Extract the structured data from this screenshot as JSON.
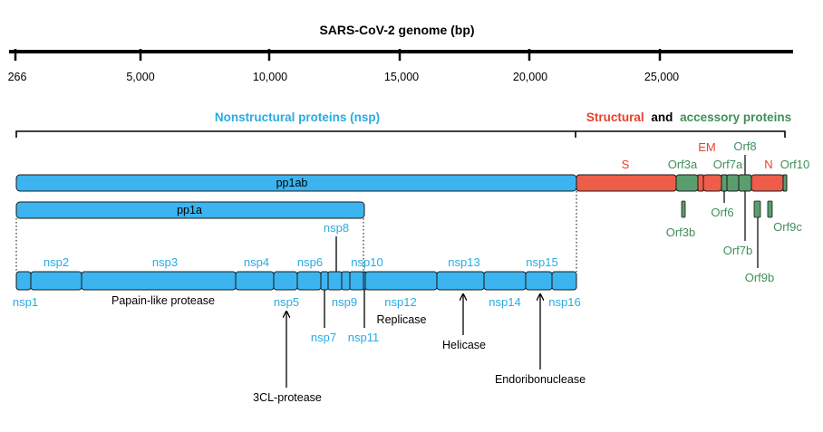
{
  "title": "SARS-CoV-2 genome (bp)",
  "axis_ticks": [
    "266",
    "5,000",
    "10,000",
    "15,000",
    "20,000",
    "25,000"
  ],
  "headers": {
    "nsp": "Nonstructural proteins (nsp)",
    "structural": "Structural",
    "and": "and",
    "accessory": "accessory proteins"
  },
  "polyproteins": {
    "pp1ab": "pp1ab",
    "pp1a": "pp1a"
  },
  "nsp_labels": {
    "nsp1": "nsp1",
    "nsp2": "nsp2",
    "nsp3": "nsp3",
    "nsp4": "nsp4",
    "nsp5": "nsp5",
    "nsp6": "nsp6",
    "nsp7": "nsp7",
    "nsp8": "nsp8",
    "nsp9": "nsp9",
    "nsp10": "nsp10",
    "nsp11": "nsp11",
    "nsp12": "nsp12",
    "nsp13": "nsp13",
    "nsp14": "nsp14",
    "nsp15": "nsp15",
    "nsp16": "nsp16"
  },
  "function_labels": {
    "papain": "Papain-like protease",
    "replicase": "Replicase",
    "helicase": "Helicase",
    "cl_protease": "3CL-protease",
    "endoribonuclease": "Endoribonuclease"
  },
  "structural_labels": {
    "S": "S",
    "EM": "EM",
    "N": "N"
  },
  "accessory_labels": {
    "orf3a": "Orf3a",
    "orf3b": "Orf3b",
    "orf6": "Orf6",
    "orf7a": "Orf7a",
    "orf7b": "Orf7b",
    "orf8": "Orf8",
    "orf9b": "Orf9b",
    "orf9c": "Orf9c",
    "orf10": "Orf10"
  },
  "colors": {
    "nsp_blue": "#3bb4f0",
    "nsp_text": "#29abe2",
    "structural_red": "#ee5d4a",
    "structural_text": "#e8412c",
    "accessory_green": "#5a9e6f",
    "accessory_text": "#3f8f5a",
    "outline": "#1a1a1a"
  }
}
